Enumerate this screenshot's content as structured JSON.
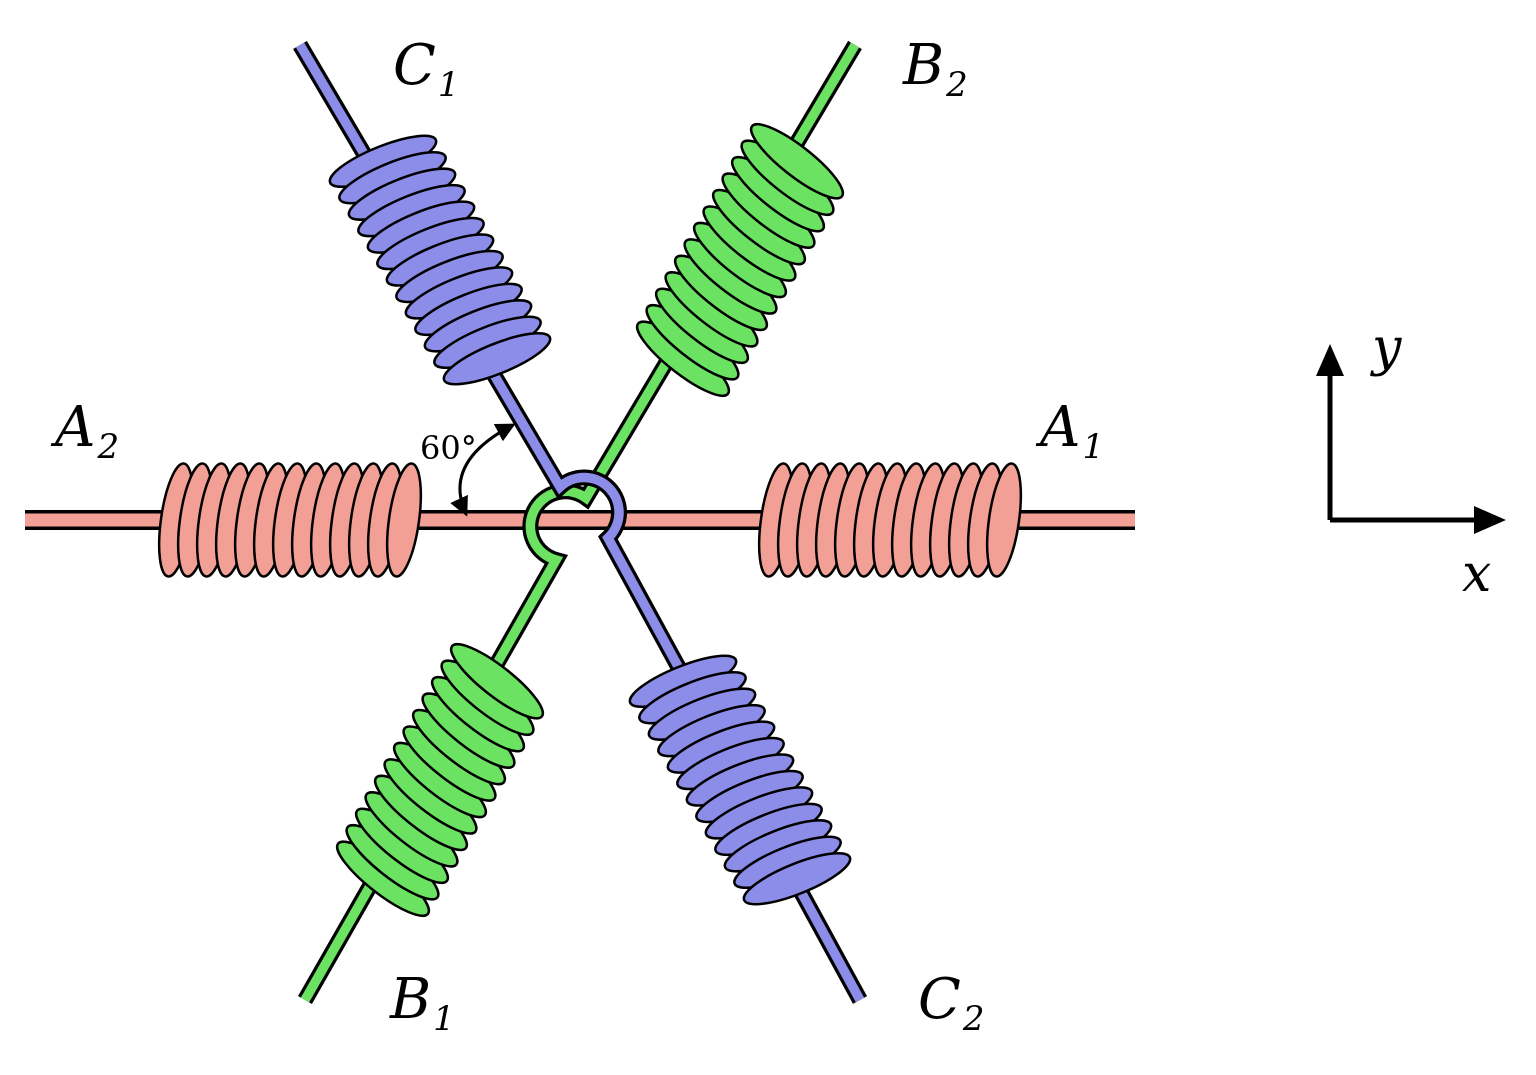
{
  "figure": {
    "title": "three-phase-winding-diagram",
    "coil_labels": {
      "c1": {
        "letter": "C",
        "sub": "1"
      },
      "b2": {
        "letter": "B",
        "sub": "2"
      },
      "a2": {
        "letter": "A",
        "sub": "2"
      },
      "a1": {
        "letter": "A",
        "sub": "1"
      },
      "b1": {
        "letter": "B",
        "sub": "1"
      },
      "c2": {
        "letter": "C",
        "sub": "2"
      }
    },
    "angle_label": "60°",
    "axes": {
      "x_label": "x",
      "y_label": "y"
    },
    "colors": {
      "phase-a": "#f2a096",
      "phase-b": "#6ce263",
      "phase-c": "#8b8de8",
      "outline": "#000000"
    }
  }
}
